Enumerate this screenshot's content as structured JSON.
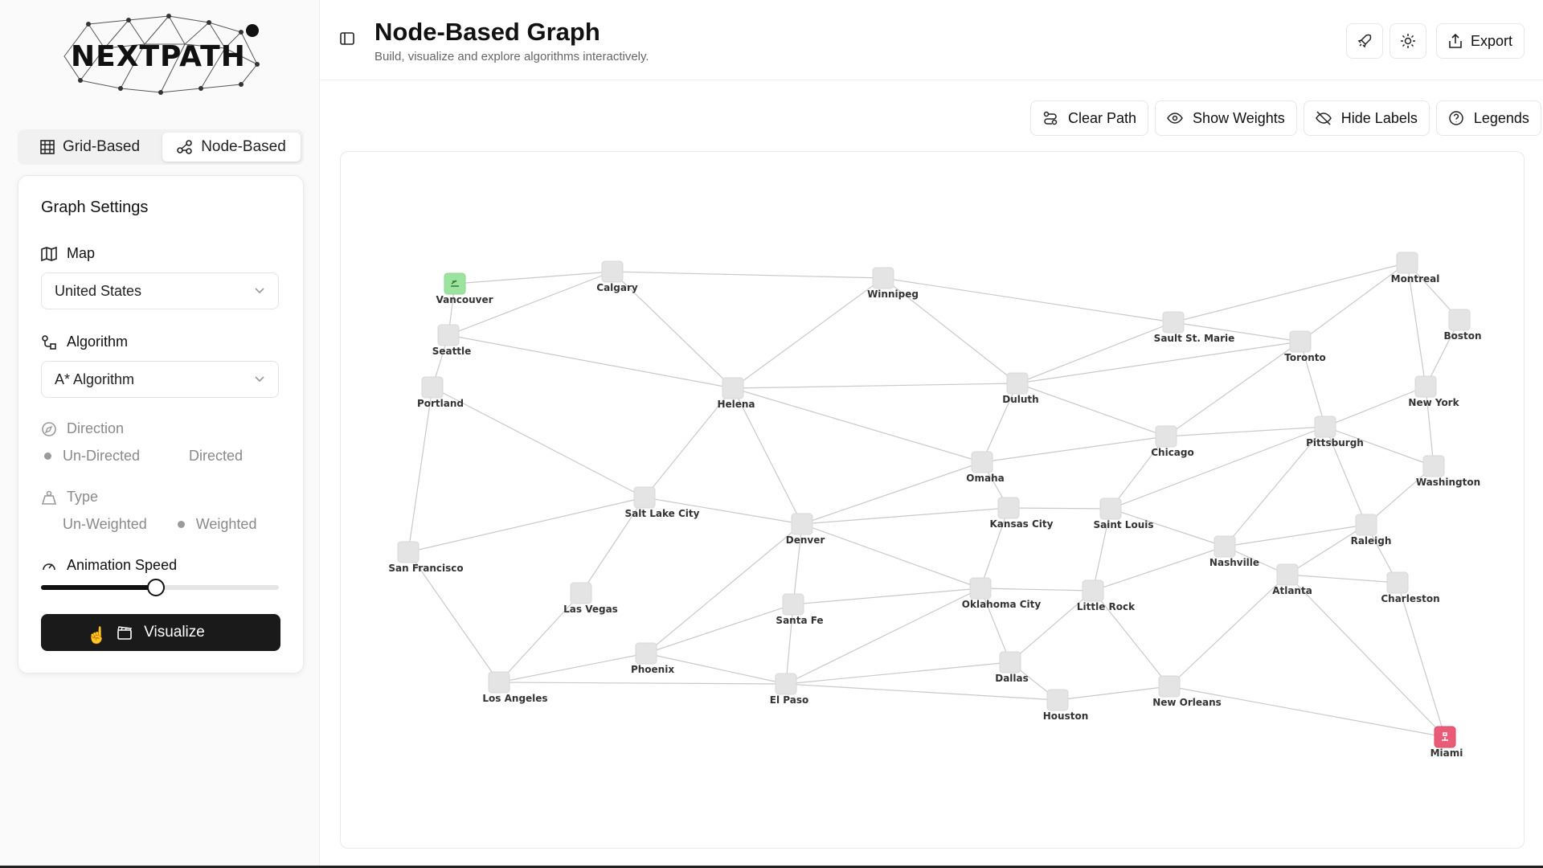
{
  "sidebar": {
    "logo_text": "NEXTPATH",
    "modes": [
      {
        "label": "Grid-Based",
        "icon": "grid-icon"
      },
      {
        "label": "Node-Based",
        "icon": "nodes-icon"
      }
    ],
    "settings": {
      "title": "Graph Settings",
      "map_label": "Map",
      "map_value": "United States",
      "algorithm_label": "Algorithm",
      "algorithm_value": "A* Algorithm",
      "direction_label": "Direction",
      "direction_options": [
        "Un-Directed",
        "Directed"
      ],
      "direction_selected": "Un-Directed",
      "type_label": "Type",
      "type_options": [
        "Un-Weighted",
        "Weighted"
      ],
      "type_selected": "Weighted",
      "speed_label": "Animation Speed",
      "speed_value": 0.5,
      "visualize_label": "Visualize"
    }
  },
  "header": {
    "title": "Node-Based Graph",
    "subtitle": "Build, visualize and explore algorithms interactively.",
    "export_label": "Export"
  },
  "toolbar": {
    "clear_path": "Clear Path",
    "show_weights": "Show Weights",
    "hide_labels": "Hide Labels",
    "legends": "Legends"
  },
  "graph": {
    "start": "Vancouver",
    "end": "Miami",
    "nodes": [
      "Vancouver",
      "Calgary",
      "Winnipeg",
      "Montreal",
      "Boston",
      "Sault St. Marie",
      "Toronto",
      "Seattle",
      "Portland",
      "Helena",
      "Duluth",
      "New York",
      "Chicago",
      "Pittsburgh",
      "Omaha",
      "Washington",
      "Salt Lake City",
      "Denver",
      "Kansas City",
      "Saint Louis",
      "Raleigh",
      "Nashville",
      "San Francisco",
      "Las Vegas",
      "Santa Fe",
      "Oklahoma City",
      "Little Rock",
      "Atlanta",
      "Charleston",
      "Phoenix",
      "Dallas",
      "Los Angeles",
      "El Paso",
      "Houston",
      "New Orleans",
      "Miami"
    ]
  }
}
